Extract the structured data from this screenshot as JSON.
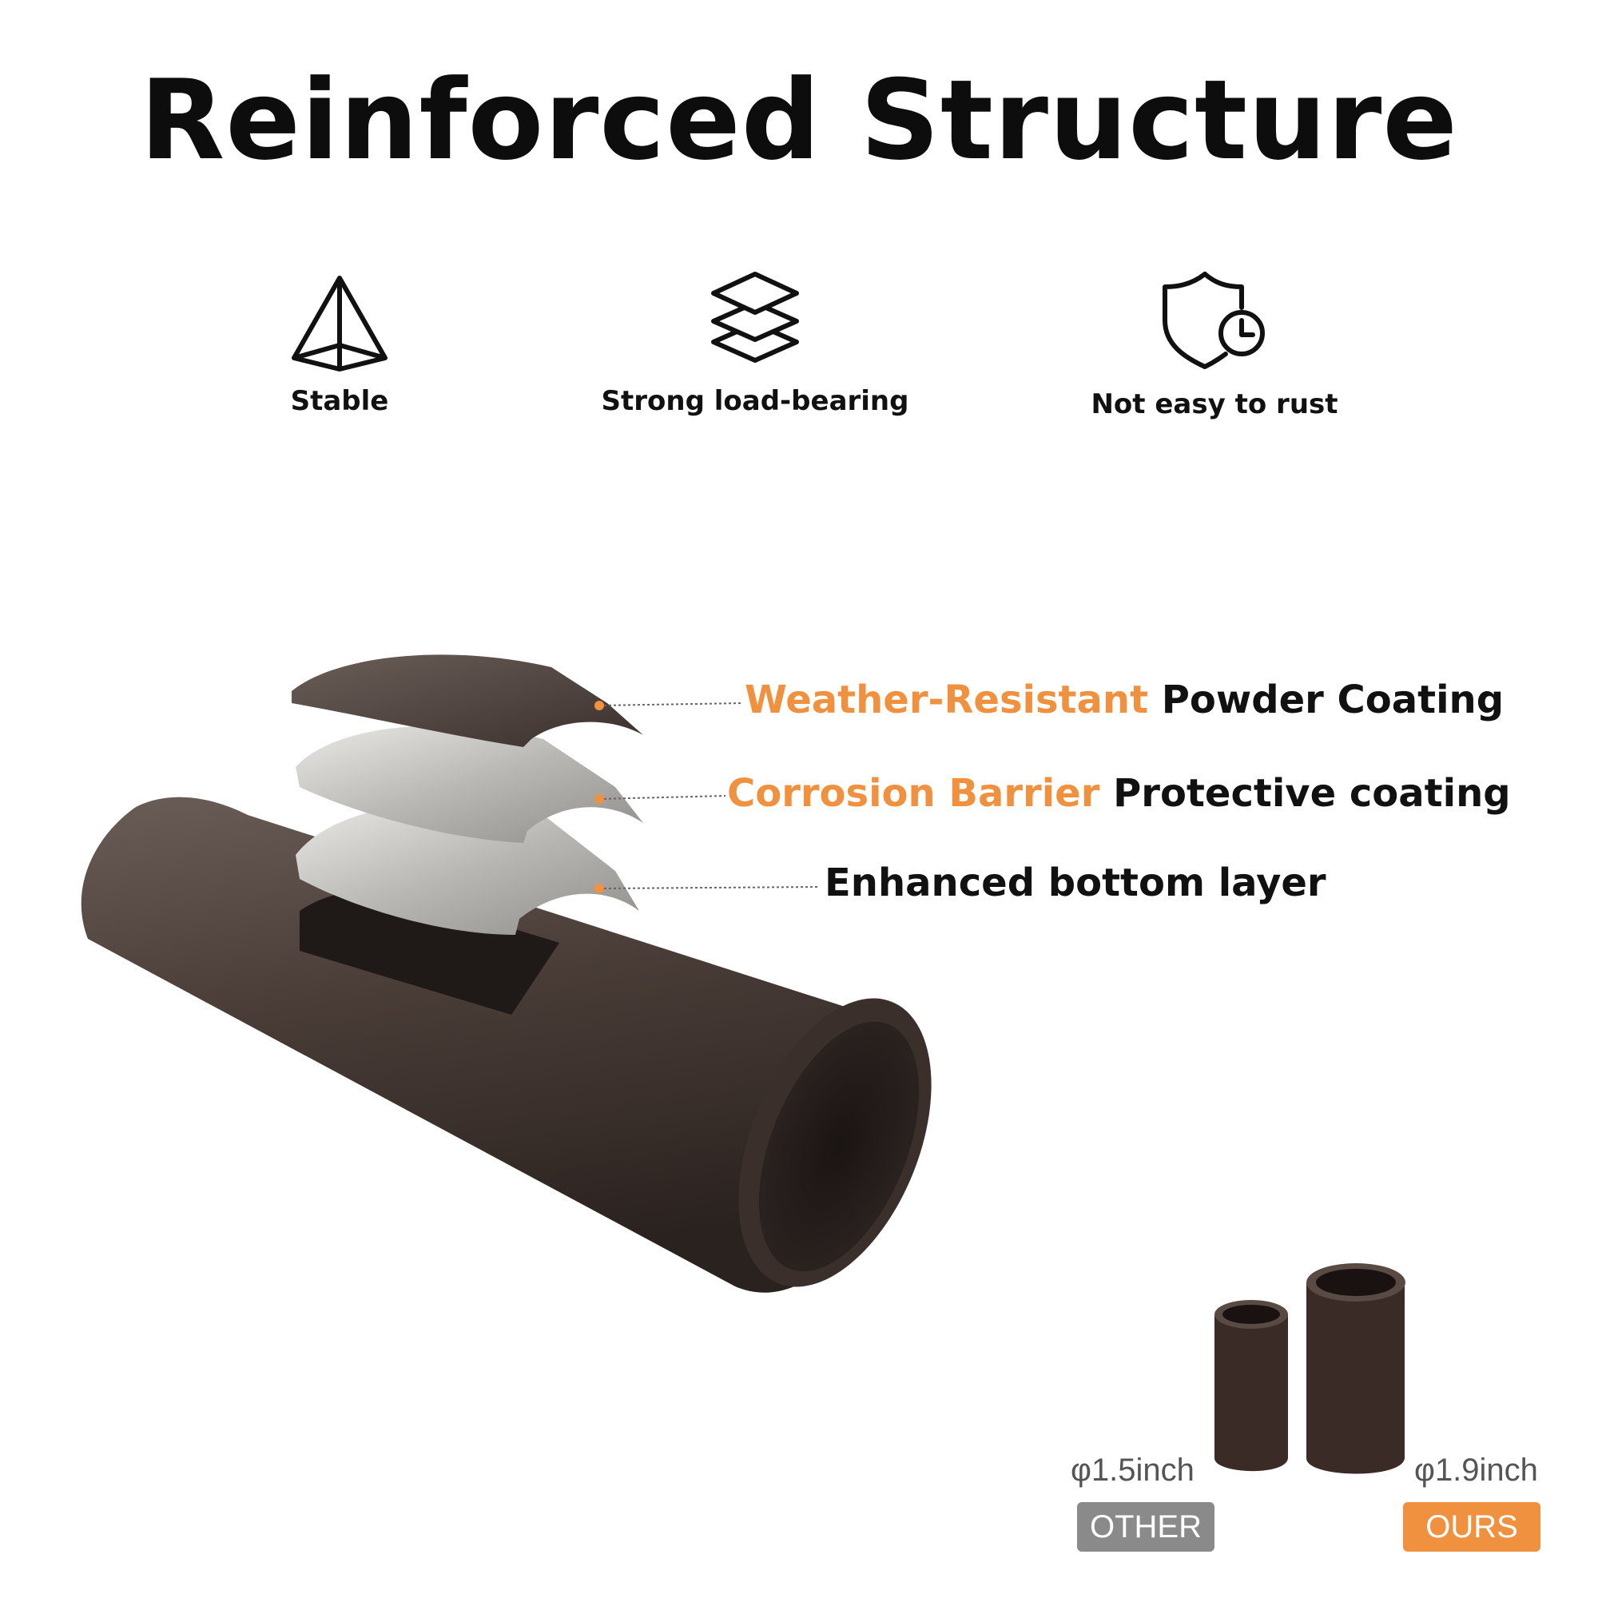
{
  "title": "Reinforced Structure",
  "features": [
    {
      "icon": "pyramid-icon",
      "label": "Stable"
    },
    {
      "icon": "stacked-layers-icon",
      "label": "Strong load-bearing"
    },
    {
      "icon": "shield-clock-icon",
      "label": "Not easy to rust"
    }
  ],
  "layers": [
    {
      "highlight": "Weather-Resistant",
      "rest": " Powder Coating"
    },
    {
      "highlight": "Corrosion Barrier",
      "rest": " Protective coating"
    },
    {
      "highlight": "",
      "rest": "Enhanced bottom layer"
    }
  ],
  "comparison": {
    "other": {
      "diameter": "φ1.5inch",
      "badge": "OTHER",
      "badge_color": "#8a8a8a"
    },
    "ours": {
      "diameter": "φ1.9inch",
      "badge": "OURS",
      "badge_color": "#f0913f"
    }
  },
  "colors": {
    "accent": "#f0913f",
    "tube": "#4a3d38"
  }
}
